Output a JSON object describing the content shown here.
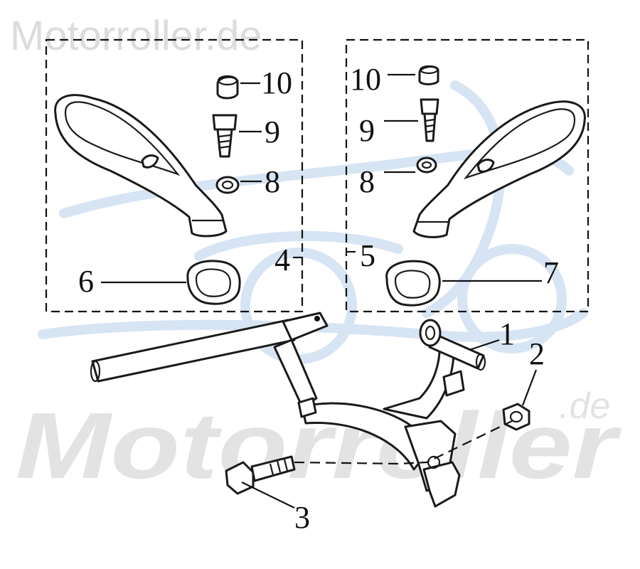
{
  "watermark": {
    "top_text": "Motorroller.de",
    "big_text": "Motorroller",
    "domain_suffix": ".de"
  },
  "callouts": {
    "c1": "1",
    "c2": "2",
    "c3": "3",
    "c4": "4",
    "c5": "5",
    "c6": "6",
    "c7": "7",
    "c8_left": "8",
    "c8_right": "8",
    "c9_left": "9",
    "c9_right": "9",
    "c10_left": "10",
    "c10_right": "10"
  },
  "colors": {
    "line": "#111111",
    "watermark_grey": "#dcdcdc",
    "watermark_blue": "#c9dcef"
  }
}
